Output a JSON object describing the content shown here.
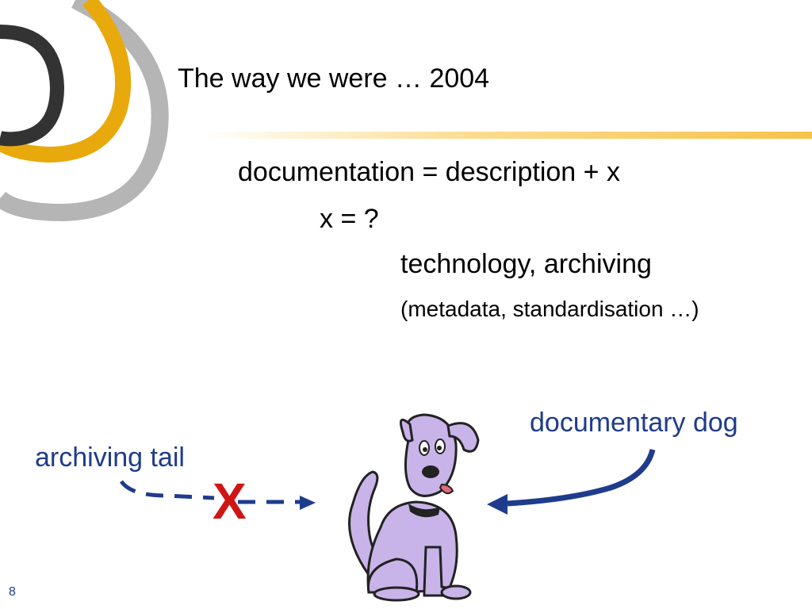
{
  "slide": {
    "title": "The way we were … 2004",
    "lines": [
      "documentation = description + x",
      "x = ?",
      "technology, archiving",
      "(metadata, standardisation …)"
    ],
    "labels": {
      "dog": "documentary dog",
      "tail": "archiving tail",
      "cross": "X"
    },
    "page_number": "8"
  },
  "colors": {
    "label_blue": "#1f3c8c",
    "cross_red": "#d01515",
    "ring_gold": "#e8a90c",
    "ring_dark": "#333333",
    "ring_grey": "#b5b5b5"
  },
  "icons": [
    "swirl-logo-icon",
    "dog-illustration",
    "arrow-icon"
  ]
}
